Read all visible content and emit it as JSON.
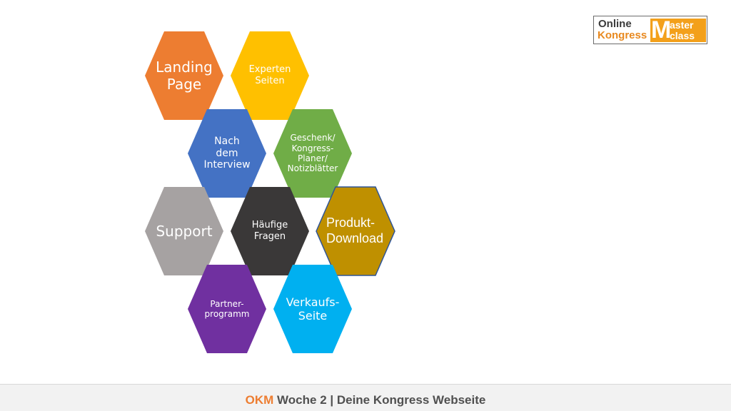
{
  "slide": {
    "hexagons": [
      {
        "id": "landing-page",
        "label": "Landing\nPage",
        "fill": "#ed7d31"
      },
      {
        "id": "experten-seiten",
        "label": "Experten\nSeiten",
        "fill": "#ffc000"
      },
      {
        "id": "nach-dem-interview",
        "label": "Nach\ndem\nInterview",
        "fill": "#4472c4"
      },
      {
        "id": "geschenk-planer",
        "label": "Geschenk/\nKongress-\nPlaner/\nNotizblätter",
        "fill": "#70ad47"
      },
      {
        "id": "support",
        "label": "Support",
        "fill": "#a6a2a2"
      },
      {
        "id": "haeufige-fragen",
        "label": "Häufige\nFragen",
        "fill": "#3a3838"
      },
      {
        "id": "produkt-download",
        "label": "Produkt-\nDownload",
        "fill": "#bf9000"
      },
      {
        "id": "partnerprogramm",
        "label": "Partner-\nprogramm",
        "fill": "#7030a0"
      },
      {
        "id": "verkaufs-seite",
        "label": "Verkaufs-\nSeite",
        "fill": "#00b0f0"
      }
    ]
  },
  "logo": {
    "word1": "Online",
    "word2": "Kongress",
    "big_letter": "M",
    "word3": "aster",
    "word4": "class",
    "accent": "#f3a01b"
  },
  "footer": {
    "accent": "OKM",
    "text": " Woche 2 | Deine Kongress Webseite"
  }
}
